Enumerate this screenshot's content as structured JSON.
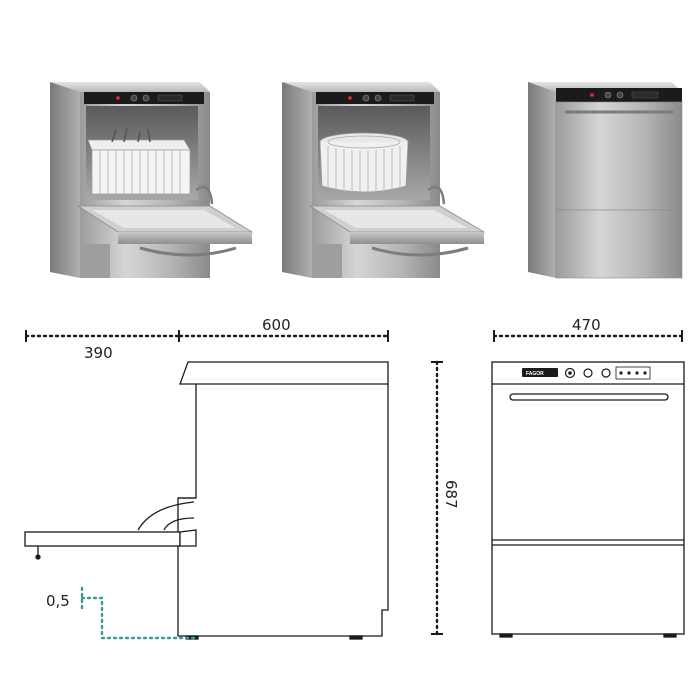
{
  "dimensions": {
    "depth_total": "600",
    "depth_body": "390",
    "width": "470",
    "height": "687",
    "floor_offset": "0,5"
  },
  "control_panel": {
    "brand": "FAGOR"
  },
  "colors": {
    "line": "#1a1a1a",
    "teal": "#3a9a9a",
    "steel_light": "#d9d9d9",
    "steel_mid": "#a9a9a9",
    "steel_dark": "#6e6e6e",
    "panel_black": "#1b1b1b",
    "led_red": "#e0303a"
  },
  "products": [
    {
      "variant": "open-door-with-rack"
    },
    {
      "variant": "open-door-with-round-basket"
    },
    {
      "variant": "closed-door"
    }
  ]
}
